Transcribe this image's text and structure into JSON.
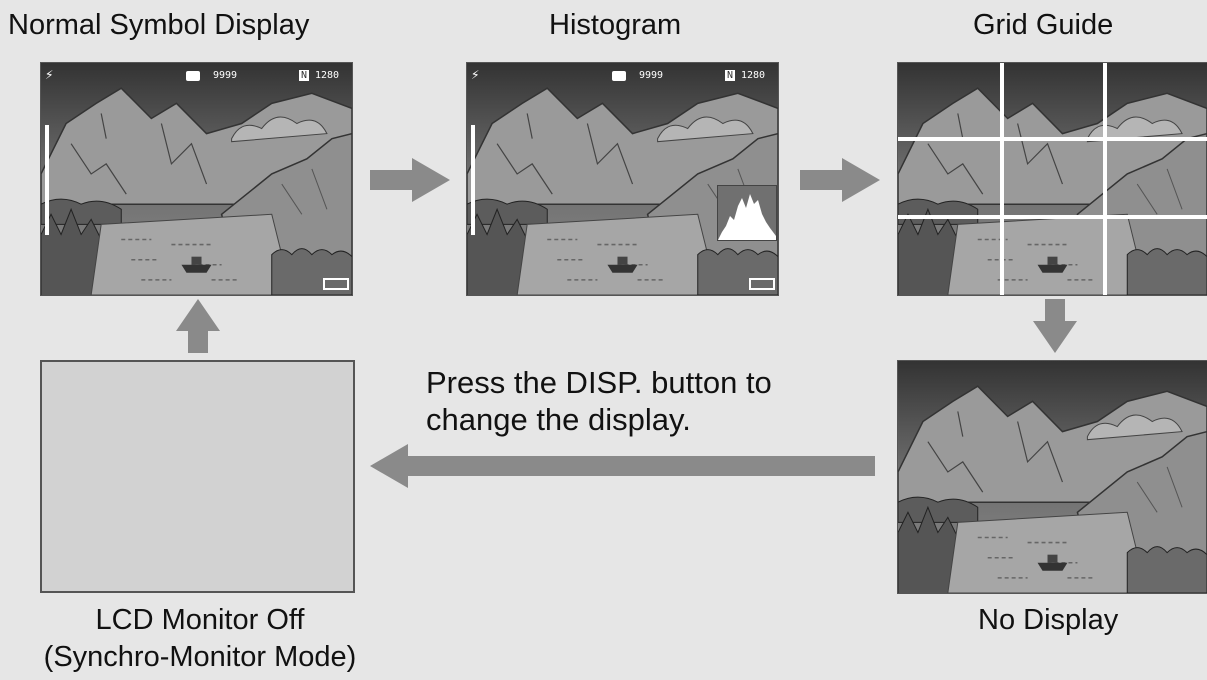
{
  "modes": {
    "normal": "Normal Symbol Display",
    "histogram": "Histogram",
    "grid": "Grid Guide",
    "nodisplay": "No Display",
    "lcd_off_line1": "LCD Monitor Off",
    "lcd_off_line2": "(Synchro-Monitor Mode)"
  },
  "instruction": {
    "line1": "Press the DISP. button to",
    "line2": "change the display."
  },
  "osd": {
    "flash": "⚡",
    "count": "9999",
    "size": "1280",
    "size_badge": "N"
  },
  "colors": {
    "arrow": "#8a8a8a",
    "background": "#e6e6e6"
  }
}
